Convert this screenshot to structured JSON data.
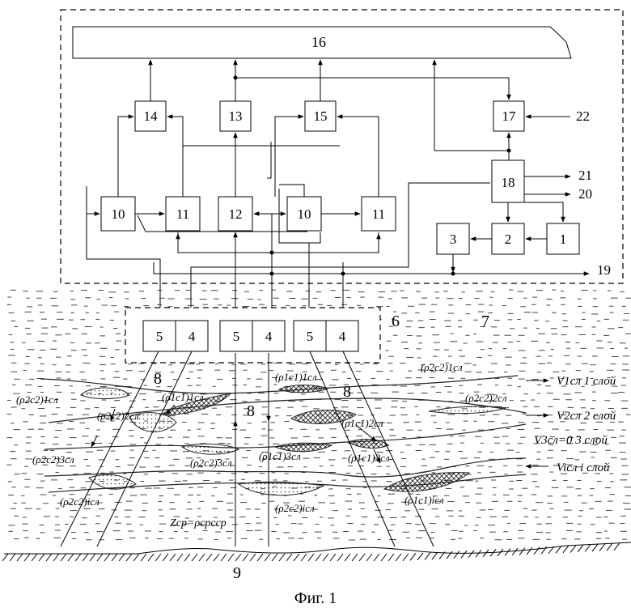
{
  "figure_caption": "Фиг. 1",
  "blocks": {
    "b16": "16",
    "b14": "14",
    "b13": "13",
    "b15": "15",
    "b17": "17",
    "b22": "22",
    "b18": "18",
    "b21": "21",
    "b20": "20",
    "b10a": "10",
    "b11a": "11",
    "b12": "12",
    "b10b": "10",
    "b11b": "11",
    "b3": "3",
    "b2": "2",
    "b1": "1",
    "b19": "19",
    "b5a": "5",
    "b4a": "4",
    "b5b": "5",
    "b4b": "4",
    "b5c": "5",
    "b4c": "4",
    "b6": "6",
    "b7": "7",
    "b9": "9",
    "b8a": "8",
    "b8b": "8",
    "b8c": "8"
  },
  "labels": {
    "p2c2_1a": "(ρ2c2)1сл",
    "p1c1_1a": "(ρ1c1)1сл",
    "p1c1_1b": "(ρ1c1)1сл",
    "p2c2_1b": "(ρ2c2)1сл",
    "p2c2_2a": "(ρ2c2)2сл",
    "p2c2_2b": "(ρ2c2)2сл",
    "p1c1_2": "(ρ1c1)2сл",
    "p2c2_3a": "(ρ2c2)3сл",
    "p2c2_3b": "(ρ2c2)3сл",
    "p1c1_3a": "(ρ1c1)3сл",
    "p1c1_3b": "(ρ1c1)3сл",
    "p2c2_ia": "(ρ2c2)iсл",
    "p2c2_ib": "(ρ2c2)iсл",
    "p1c1_i": "(ρ1c1)iсл",
    "zcp": "Zср=ρсрcср"
  },
  "layers": {
    "l1": "V1сл  1 слой",
    "l2": "V2сл  2 слой",
    "l3": "V3сл=0  3 слой",
    "li": "Viсл  i слой"
  }
}
